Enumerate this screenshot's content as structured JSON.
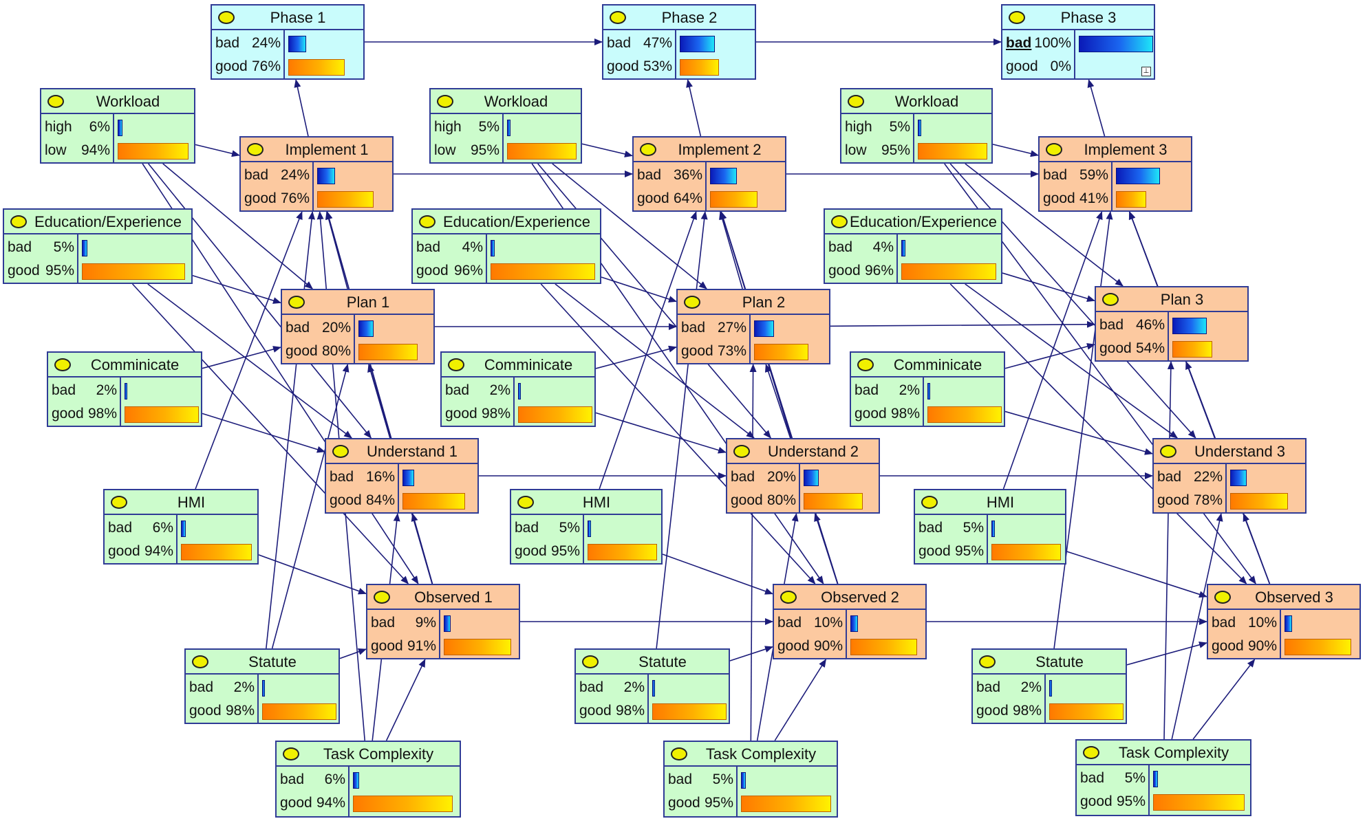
{
  "nodes": [
    {
      "id": "phase1",
      "title": "Phase 1",
      "color": "cyan",
      "states": [
        {
          "label": "bad",
          "pct": "24%",
          "value": 0.24
        },
        {
          "label": "good",
          "pct": "76%",
          "value": 0.76
        }
      ]
    },
    {
      "id": "phase2",
      "title": "Phase 2",
      "color": "cyan",
      "states": [
        {
          "label": "bad",
          "pct": "47%",
          "value": 0.47
        },
        {
          "label": "good",
          "pct": "53%",
          "value": 0.53
        }
      ]
    },
    {
      "id": "phase3",
      "title": "Phase 3",
      "color": "cyan",
      "evidence": true,
      "states": [
        {
          "label": "bad",
          "pct": "100%",
          "value": 1.0,
          "selected": true
        },
        {
          "label": "good",
          "pct": "0%",
          "value": 0.0
        }
      ]
    },
    {
      "id": "workload1",
      "title": "Workload",
      "color": "green",
      "states": [
        {
          "label": "high",
          "pct": "6%",
          "value": 0.06
        },
        {
          "label": "low",
          "pct": "94%",
          "value": 0.94
        }
      ]
    },
    {
      "id": "workload2",
      "title": "Workload",
      "color": "green",
      "states": [
        {
          "label": "high",
          "pct": "5%",
          "value": 0.05
        },
        {
          "label": "low",
          "pct": "95%",
          "value": 0.95
        }
      ]
    },
    {
      "id": "workload3",
      "title": "Workload",
      "color": "green",
      "states": [
        {
          "label": "high",
          "pct": "5%",
          "value": 0.05
        },
        {
          "label": "low",
          "pct": "95%",
          "value": 0.95
        }
      ]
    },
    {
      "id": "implement1",
      "title": "Implement 1",
      "color": "orange",
      "states": [
        {
          "label": "bad",
          "pct": "24%",
          "value": 0.24
        },
        {
          "label": "good",
          "pct": "76%",
          "value": 0.76
        }
      ]
    },
    {
      "id": "implement2",
      "title": "Implement 2",
      "color": "orange",
      "states": [
        {
          "label": "bad",
          "pct": "36%",
          "value": 0.36
        },
        {
          "label": "good",
          "pct": "64%",
          "value": 0.64
        }
      ]
    },
    {
      "id": "implement3",
      "title": "Implement 3",
      "color": "orange",
      "states": [
        {
          "label": "bad",
          "pct": "59%",
          "value": 0.59
        },
        {
          "label": "good",
          "pct": "41%",
          "value": 0.41
        }
      ]
    },
    {
      "id": "education1",
      "title": "Education/Experience",
      "color": "green",
      "states": [
        {
          "label": "bad",
          "pct": "5%",
          "value": 0.05
        },
        {
          "label": "good",
          "pct": "95%",
          "value": 0.95
        }
      ]
    },
    {
      "id": "education2",
      "title": "Education/Experience",
      "color": "green",
      "states": [
        {
          "label": "bad",
          "pct": "4%",
          "value": 0.04
        },
        {
          "label": "good",
          "pct": "96%",
          "value": 0.96
        }
      ]
    },
    {
      "id": "education3",
      "title": "Education/Experience",
      "color": "green",
      "states": [
        {
          "label": "bad",
          "pct": "4%",
          "value": 0.04
        },
        {
          "label": "good",
          "pct": "96%",
          "value": 0.96
        }
      ]
    },
    {
      "id": "plan1",
      "title": "Plan 1",
      "color": "orange",
      "states": [
        {
          "label": "bad",
          "pct": "20%",
          "value": 0.2
        },
        {
          "label": "good",
          "pct": "80%",
          "value": 0.8
        }
      ]
    },
    {
      "id": "plan2",
      "title": "Plan 2",
      "color": "orange",
      "states": [
        {
          "label": "bad",
          "pct": "27%",
          "value": 0.27
        },
        {
          "label": "good",
          "pct": "73%",
          "value": 0.73
        }
      ]
    },
    {
      "id": "plan3",
      "title": "Plan 3",
      "color": "orange",
      "states": [
        {
          "label": "bad",
          "pct": "46%",
          "value": 0.46
        },
        {
          "label": "good",
          "pct": "54%",
          "value": 0.54
        }
      ]
    },
    {
      "id": "communicate1",
      "title": "Comminicate",
      "color": "green",
      "states": [
        {
          "label": "bad",
          "pct": "2%",
          "value": 0.02
        },
        {
          "label": "good",
          "pct": "98%",
          "value": 0.98
        }
      ]
    },
    {
      "id": "communicate2",
      "title": "Comminicate",
      "color": "green",
      "states": [
        {
          "label": "bad",
          "pct": "2%",
          "value": 0.02
        },
        {
          "label": "good",
          "pct": "98%",
          "value": 0.98
        }
      ]
    },
    {
      "id": "communicate3",
      "title": "Comminicate",
      "color": "green",
      "states": [
        {
          "label": "bad",
          "pct": "2%",
          "value": 0.02
        },
        {
          "label": "good",
          "pct": "98%",
          "value": 0.98
        }
      ]
    },
    {
      "id": "understand1",
      "title": "Understand 1",
      "color": "orange",
      "states": [
        {
          "label": "bad",
          "pct": "16%",
          "value": 0.16
        },
        {
          "label": "good",
          "pct": "84%",
          "value": 0.84
        }
      ]
    },
    {
      "id": "understand2",
      "title": "Understand 2",
      "color": "orange",
      "states": [
        {
          "label": "bad",
          "pct": "20%",
          "value": 0.2
        },
        {
          "label": "good",
          "pct": "80%",
          "value": 0.8
        }
      ]
    },
    {
      "id": "understand3",
      "title": "Understand 3",
      "color": "orange",
      "states": [
        {
          "label": "bad",
          "pct": "22%",
          "value": 0.22
        },
        {
          "label": "good",
          "pct": "78%",
          "value": 0.78
        }
      ]
    },
    {
      "id": "hmi1",
      "title": "HMI",
      "color": "green",
      "states": [
        {
          "label": "bad",
          "pct": "6%",
          "value": 0.06
        },
        {
          "label": "good",
          "pct": "94%",
          "value": 0.94
        }
      ]
    },
    {
      "id": "hmi2",
      "title": "HMI",
      "color": "green",
      "states": [
        {
          "label": "bad",
          "pct": "5%",
          "value": 0.05
        },
        {
          "label": "good",
          "pct": "95%",
          "value": 0.95
        }
      ]
    },
    {
      "id": "hmi3",
      "title": "HMI",
      "color": "green",
      "states": [
        {
          "label": "bad",
          "pct": "5%",
          "value": 0.05
        },
        {
          "label": "good",
          "pct": "95%",
          "value": 0.95
        }
      ]
    },
    {
      "id": "observed1",
      "title": "Observed 1",
      "color": "orange",
      "states": [
        {
          "label": "bad",
          "pct": "9%",
          "value": 0.09
        },
        {
          "label": "good",
          "pct": "91%",
          "value": 0.91
        }
      ]
    },
    {
      "id": "observed2",
      "title": "Observed 2",
      "color": "orange",
      "states": [
        {
          "label": "bad",
          "pct": "10%",
          "value": 0.1
        },
        {
          "label": "good",
          "pct": "90%",
          "value": 0.9
        }
      ]
    },
    {
      "id": "observed3",
      "title": "Observed 3",
      "color": "orange",
      "states": [
        {
          "label": "bad",
          "pct": "10%",
          "value": 0.1
        },
        {
          "label": "good",
          "pct": "90%",
          "value": 0.9
        }
      ]
    },
    {
      "id": "statute1",
      "title": "Statute",
      "color": "green",
      "states": [
        {
          "label": "bad",
          "pct": "2%",
          "value": 0.02
        },
        {
          "label": "good",
          "pct": "98%",
          "value": 0.98
        }
      ]
    },
    {
      "id": "statute2",
      "title": "Statute",
      "color": "green",
      "states": [
        {
          "label": "bad",
          "pct": "2%",
          "value": 0.02
        },
        {
          "label": "good",
          "pct": "98%",
          "value": 0.98
        }
      ]
    },
    {
      "id": "statute3",
      "title": "Statute",
      "color": "green",
      "states": [
        {
          "label": "bad",
          "pct": "2%",
          "value": 0.02
        },
        {
          "label": "good",
          "pct": "98%",
          "value": 0.98
        }
      ]
    },
    {
      "id": "complexity1",
      "title": "Task Complexity",
      "color": "green",
      "states": [
        {
          "label": "bad",
          "pct": "6%",
          "value": 0.06
        },
        {
          "label": "good",
          "pct": "94%",
          "value": 0.94
        }
      ]
    },
    {
      "id": "complexity2",
      "title": "Task Complexity",
      "color": "green",
      "states": [
        {
          "label": "bad",
          "pct": "5%",
          "value": 0.05
        },
        {
          "label": "good",
          "pct": "95%",
          "value": 0.95
        }
      ]
    },
    {
      "id": "complexity3",
      "title": "Task Complexity",
      "color": "green",
      "states": [
        {
          "label": "bad",
          "pct": "5%",
          "value": 0.05
        },
        {
          "label": "good",
          "pct": "95%",
          "value": 0.95
        }
      ]
    }
  ],
  "edges": [
    [
      "phase1",
      "phase2"
    ],
    [
      "phase2",
      "phase3"
    ],
    [
      "implement1",
      "phase1"
    ],
    [
      "implement2",
      "phase2"
    ],
    [
      "implement3",
      "phase3"
    ],
    [
      "implement1",
      "implement2"
    ],
    [
      "implement2",
      "implement3"
    ],
    [
      "plan1",
      "plan2"
    ],
    [
      "plan2",
      "plan3"
    ],
    [
      "understand1",
      "understand2"
    ],
    [
      "understand2",
      "understand3"
    ],
    [
      "observed1",
      "observed2"
    ],
    [
      "observed2",
      "observed3"
    ],
    [
      "workload1",
      "implement1"
    ],
    [
      "workload1",
      "plan1"
    ],
    [
      "workload1",
      "understand1"
    ],
    [
      "workload1",
      "observed1"
    ],
    [
      "education1",
      "plan1"
    ],
    [
      "education1",
      "understand1"
    ],
    [
      "education1",
      "observed1"
    ],
    [
      "communicate1",
      "plan1"
    ],
    [
      "communicate1",
      "understand1"
    ],
    [
      "hmi1",
      "implement1"
    ],
    [
      "hmi1",
      "observed1"
    ],
    [
      "statute1",
      "implement1"
    ],
    [
      "statute1",
      "plan1"
    ],
    [
      "statute1",
      "observed1"
    ],
    [
      "complexity1",
      "implement1"
    ],
    [
      "complexity1",
      "understand1"
    ],
    [
      "complexity1",
      "observed1"
    ],
    [
      "plan1",
      "implement1"
    ],
    [
      "understand1",
      "plan1"
    ],
    [
      "understand1",
      "implement1"
    ],
    [
      "observed1",
      "understand1"
    ],
    [
      "observed1",
      "implement1"
    ],
    [
      "observed1",
      "plan1"
    ],
    [
      "workload2",
      "implement2"
    ],
    [
      "workload2",
      "plan2"
    ],
    [
      "workload2",
      "understand2"
    ],
    [
      "workload2",
      "observed2"
    ],
    [
      "education2",
      "plan2"
    ],
    [
      "education2",
      "understand2"
    ],
    [
      "education2",
      "observed2"
    ],
    [
      "communicate2",
      "plan2"
    ],
    [
      "communicate2",
      "understand2"
    ],
    [
      "hmi2",
      "implement2"
    ],
    [
      "hmi2",
      "observed2"
    ],
    [
      "statute2",
      "implement2"
    ],
    [
      "statute2",
      "observed2"
    ],
    [
      "complexity2",
      "plan2"
    ],
    [
      "complexity2",
      "understand2"
    ],
    [
      "complexity2",
      "observed2"
    ],
    [
      "plan2",
      "implement2"
    ],
    [
      "understand2",
      "plan2"
    ],
    [
      "understand2",
      "implement2"
    ],
    [
      "observed2",
      "understand2"
    ],
    [
      "observed2",
      "implement2"
    ],
    [
      "workload3",
      "implement3"
    ],
    [
      "workload3",
      "plan3"
    ],
    [
      "workload3",
      "understand3"
    ],
    [
      "workload3",
      "observed3"
    ],
    [
      "education3",
      "plan3"
    ],
    [
      "education3",
      "understand3"
    ],
    [
      "education3",
      "observed3"
    ],
    [
      "communicate3",
      "plan3"
    ],
    [
      "communicate3",
      "understand3"
    ],
    [
      "hmi3",
      "implement3"
    ],
    [
      "hmi3",
      "observed3"
    ],
    [
      "statute3",
      "implement3"
    ],
    [
      "statute3",
      "observed3"
    ],
    [
      "complexity3",
      "plan3"
    ],
    [
      "complexity3",
      "understand3"
    ],
    [
      "complexity3",
      "observed3"
    ],
    [
      "plan3",
      "implement3"
    ],
    [
      "understand3",
      "plan3"
    ],
    [
      "understand3",
      "implement3"
    ],
    [
      "observed3",
      "understand3"
    ],
    [
      "observed3",
      "implement3"
    ]
  ]
}
